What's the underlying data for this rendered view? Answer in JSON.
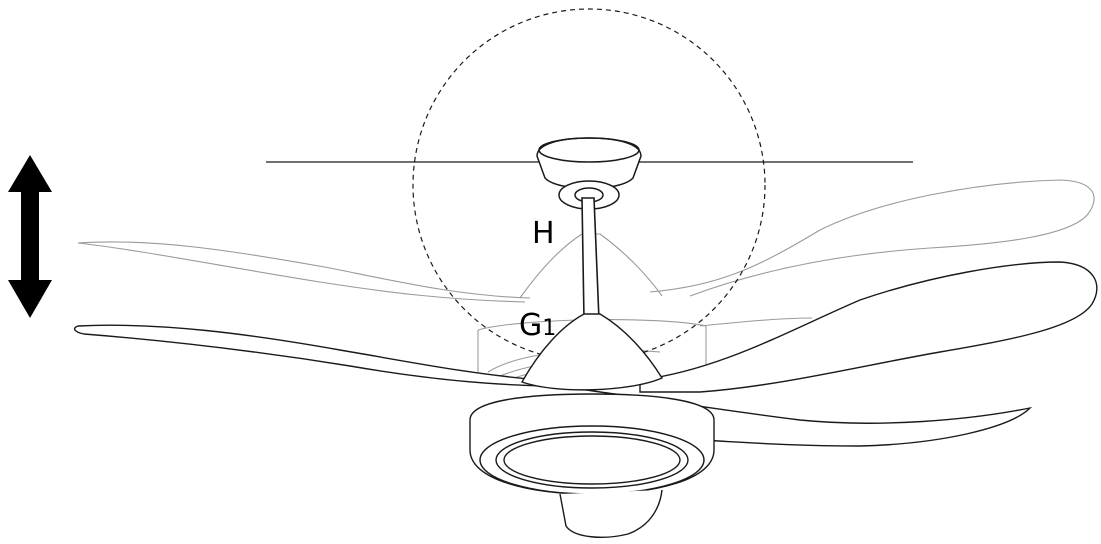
{
  "labels": {
    "h": "H",
    "g_main": "G",
    "g_sub": "1"
  },
  "colors": {
    "line": "#1a1a1a",
    "ghost": "#9a9a9a",
    "arrow": "#000000",
    "background": "#ffffff"
  },
  "icons": {
    "height_arrow": "double-arrow-vertical-icon"
  }
}
